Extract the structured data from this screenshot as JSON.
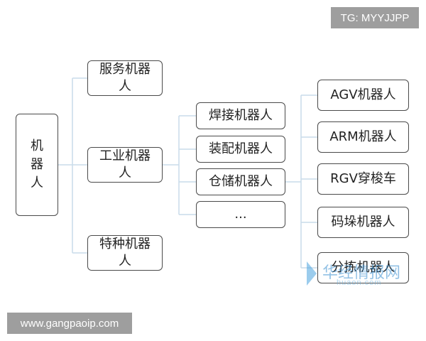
{
  "root": {
    "label": "机器人"
  },
  "level1": [
    {
      "label": "服务机器人"
    },
    {
      "label": "工业机器人"
    },
    {
      "label": "特种机器人"
    }
  ],
  "industrial": [
    {
      "label": "焊接机器人"
    },
    {
      "label": "装配机器人"
    },
    {
      "label": "仓储机器人"
    },
    {
      "label": "..."
    }
  ],
  "warehouse": [
    {
      "label": "AGV机器人"
    },
    {
      "label": "ARM机器人"
    },
    {
      "label": "RGV穿梭车"
    },
    {
      "label": "码垛机器人"
    },
    {
      "label": "分拣机器人"
    }
  ],
  "badges": {
    "tg": "TG: MYYJJPP",
    "site": "www.gangpaoip.com"
  },
  "watermark": {
    "brand": "华经情报网",
    "url": "huaon.com"
  },
  "colors": {
    "border": "#4a4a4a",
    "connector": "#c9dcea",
    "badge": "#9e9e9e"
  }
}
